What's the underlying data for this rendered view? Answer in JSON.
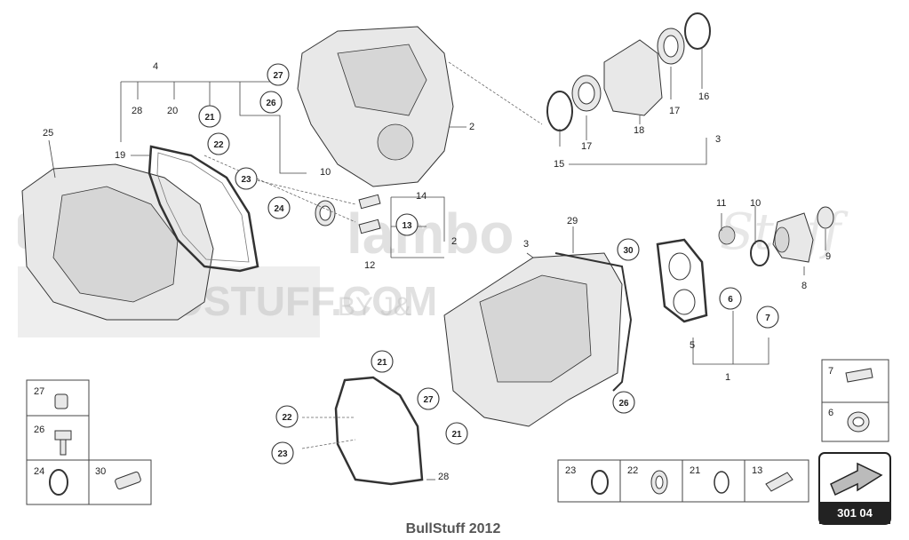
{
  "watermark": {
    "line1": "lambo",
    "line2": "BOSTUFF.COM",
    "line3": "BY J&",
    "script": "Stuff"
  },
  "footer": "BullStuff 2012",
  "page_number": "301 04",
  "callouts": {
    "n1": "1",
    "n2a": "2",
    "n2b": "2",
    "n3a": "3",
    "n3b": "3",
    "n4": "4",
    "n5": "5",
    "n8": "8",
    "n9": "9",
    "n10a": "10",
    "n10b": "10",
    "n11": "11",
    "n12": "12",
    "n14": "14",
    "n15": "15",
    "n16": "16",
    "n17a": "17",
    "n17b": "17",
    "n18": "18",
    "n19": "19",
    "n20": "20",
    "n25": "25",
    "n28a": "28",
    "n28b": "28",
    "n29": "29"
  },
  "circled": {
    "c27a": "27",
    "c26a": "26",
    "c21a": "21",
    "c22a": "22",
    "c23a": "23",
    "c24a": "24",
    "c13": "13",
    "c30": "30",
    "c6": "6",
    "c7": "7",
    "c21b": "21",
    "c22b": "22",
    "c23b": "23",
    "c27b": "27",
    "c21c": "21",
    "c26b": "26"
  },
  "legend_left": {
    "l27": "27",
    "l26": "26",
    "l24": "24",
    "l30": "30"
  },
  "legend_right": {
    "r7": "7",
    "r6": "6"
  },
  "legend_bottom": {
    "b23": "23",
    "b22": "22",
    "b21": "21",
    "b13": "13"
  }
}
